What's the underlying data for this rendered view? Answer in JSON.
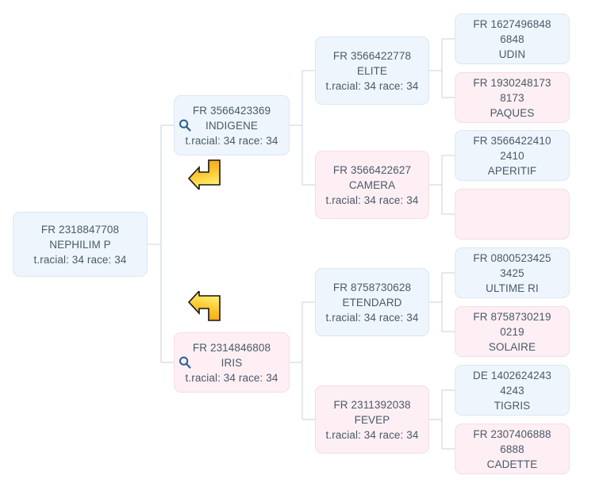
{
  "diagram": {
    "title": "Pedigree chart",
    "colors": {
      "male_fill": "#eef5fc",
      "male_border": "#dbe7f2",
      "female_fill": "#fdeff3",
      "female_border": "#f6dde4",
      "text": "#4a5a6a",
      "connector": "#cfd6dd",
      "magnifier": "#2b5f8f",
      "arrow_fill_start": "#f59c0b",
      "arrow_fill_end": "#fdf06a",
      "arrow_stroke": "#1a1a1a"
    },
    "generations": 4
  },
  "nodes": {
    "root": {
      "id": "FR 2318847708",
      "name": "NEPHILIM P",
      "meta": "t.racial: 34 race: 34",
      "sex": "male"
    },
    "sire": {
      "id": "FR 3566423369",
      "name": "INDIGENE",
      "meta": "t.racial: 34 race: 34",
      "sex": "male",
      "magnifier_icon": "search-icon"
    },
    "dam": {
      "id": "FR 2314846808",
      "name": "IRIS",
      "meta": "t.racial: 34 race: 34",
      "sex": "female",
      "magnifier_icon": "search-icon"
    },
    "sire_sire": {
      "id": "FR 3566422778",
      "name": "ELITE",
      "meta": "t.racial: 34 race: 34",
      "sex": "male"
    },
    "sire_dam": {
      "id": "FR 3566422627",
      "name": "CAMERA",
      "meta": "t.racial: 34 race: 34",
      "sex": "female"
    },
    "dam_sire": {
      "id": "FR 8758730628",
      "name": "ETENDARD",
      "meta": "t.racial: 34 race: 34",
      "sex": "male"
    },
    "dam_dam": {
      "id": "FR 2311392038",
      "name": "FEVEP",
      "meta": "t.racial: 34 race: 34",
      "sex": "female"
    },
    "g4_1": {
      "id": "FR 1627496848",
      "id_overflow": "6848",
      "name": "UDIN",
      "sex": "male"
    },
    "g4_2": {
      "id": "FR 1930248173",
      "id_overflow": "8173",
      "name": "PAQUES",
      "sex": "female"
    },
    "g4_3": {
      "id": "FR 3566422410",
      "id_overflow": "2410",
      "name": "APERITIF",
      "sex": "male"
    },
    "g4_4": {
      "id": "",
      "id_overflow": "",
      "name": "",
      "sex": "female"
    },
    "g4_5": {
      "id": "FR 0800523425",
      "id_overflow": "3425",
      "name": "ULTIME RI",
      "sex": "male"
    },
    "g4_6": {
      "id": "FR 8758730219",
      "id_overflow": "0219",
      "name": "SOLAIRE",
      "sex": "female"
    },
    "g4_7": {
      "id": "DE 1402624243",
      "id_overflow": "4243",
      "name": "TIGRIS",
      "sex": "male"
    },
    "g4_8": {
      "id": "FR 2307406888",
      "id_overflow": "6888",
      "name": "CADETTE",
      "sex": "female"
    }
  },
  "markers": [
    {
      "name": "arrow-marker-sire",
      "direction": "left",
      "flipped": false
    },
    {
      "name": "arrow-marker-dam",
      "direction": "left",
      "flipped": true
    }
  ]
}
